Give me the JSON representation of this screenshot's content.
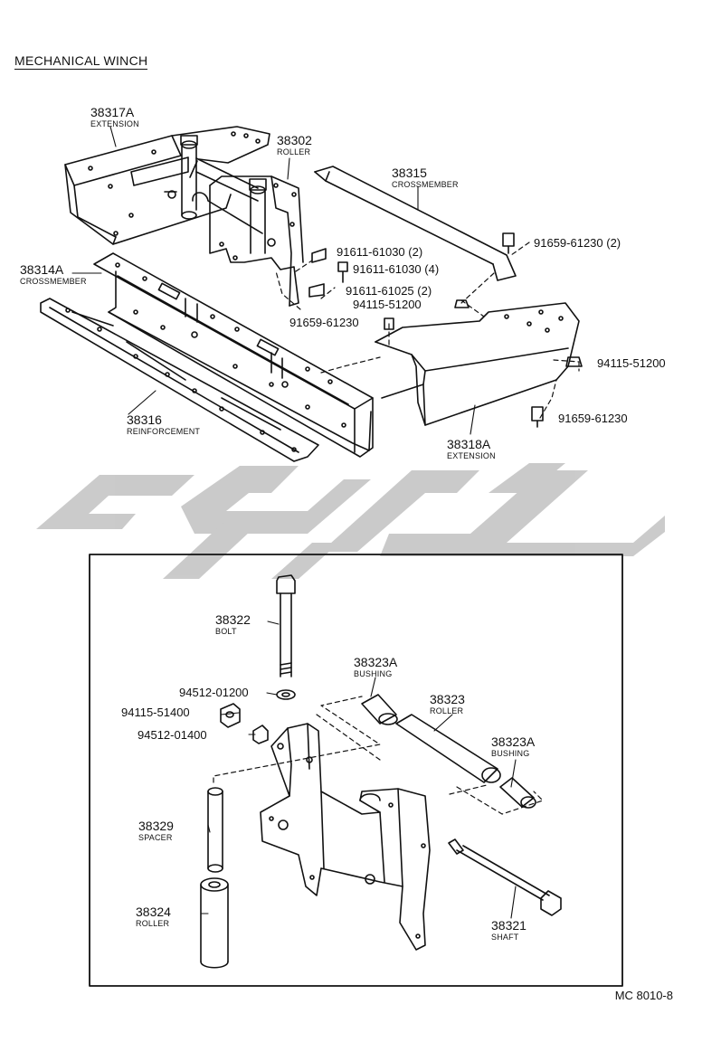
{
  "title": "MECHANICAL WINCH",
  "code": "MC 8010-8",
  "colors": {
    "ink": "#111111",
    "watermark": "#c8c8c8"
  },
  "parts": {
    "p38317A": {
      "number": "38317A",
      "name": "EXTENSION"
    },
    "p38302": {
      "number": "38302",
      "name": "ROLLER"
    },
    "p38315": {
      "number": "38315",
      "name": "CROSSMEMBER"
    },
    "p38314A": {
      "number": "38314A",
      "name": "CROSSMEMBER"
    },
    "p38316": {
      "number": "38316",
      "name": "REINFORCEMENT"
    },
    "p38318A": {
      "number": "38318A",
      "name": "EXTENSION"
    },
    "p38322": {
      "number": "38322",
      "name": "BOLT"
    },
    "p38323A_1": {
      "number": "38323A",
      "name": "BUSHING"
    },
    "p38323": {
      "number": "38323",
      "name": "ROLLER"
    },
    "p38323A_2": {
      "number": "38323A",
      "name": "BUSHING"
    },
    "p38329": {
      "number": "38329",
      "name": "SPACER"
    },
    "p38324": {
      "number": "38324",
      "name": "ROLLER"
    },
    "p38321": {
      "number": "38321",
      "name": "SHAFT"
    }
  },
  "fasteners": {
    "f1": "91611-61030 (2)",
    "f2": "91611-61030 (4)",
    "f3": "91611-61025 (2)",
    "f4": "94115-51200",
    "f5": "91659-61230",
    "f6": "91659-61230 (2)",
    "f7": "94115-51200",
    "f8": "91659-61230",
    "f9": "94512-01200",
    "f10": "94115-51400",
    "f11": "94512-01400"
  }
}
